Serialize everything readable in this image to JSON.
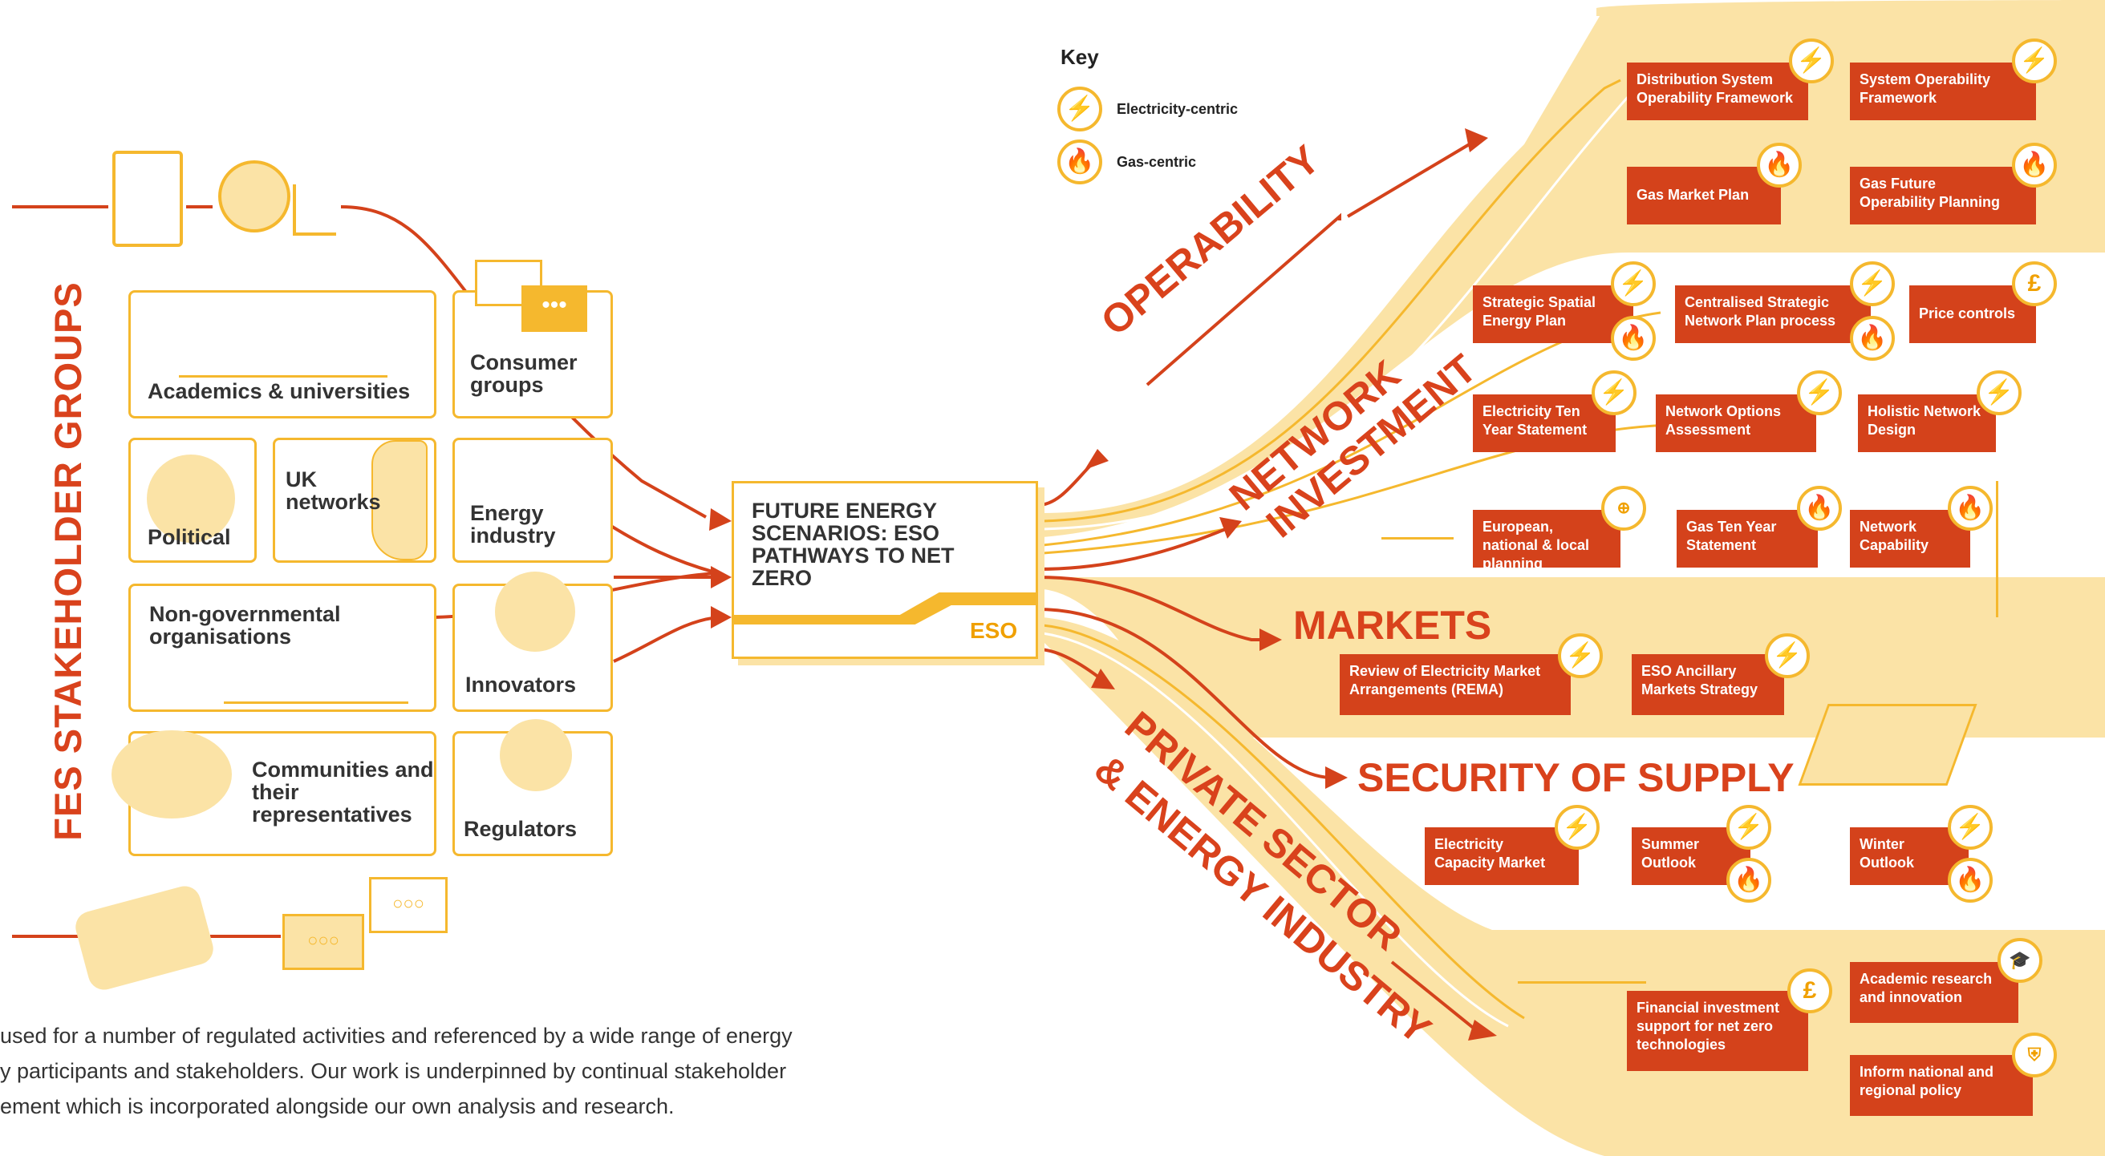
{
  "title": "FES STAKEHOLDER GROUPS",
  "key": {
    "heading": "Key",
    "electricity": "Electricity-centric",
    "gas": "Gas-centric"
  },
  "stakeholders": [
    {
      "label": "Academics & universities"
    },
    {
      "label": "Consumer groups"
    },
    {
      "label": "Political"
    },
    {
      "label": "UK networks"
    },
    {
      "label": "Energy industry"
    },
    {
      "label": "Non-governmental organisations"
    },
    {
      "label": "Innovators"
    },
    {
      "label": "Communities and their representatives"
    },
    {
      "label": "Regulators"
    }
  ],
  "fes": {
    "title": "FUTURE ENERGY SCENARIOS: ESO PATHWAYS TO NET ZERO",
    "brand": "ESO"
  },
  "themes": {
    "operability": "OPERABILITY",
    "network_investment_1": "NETWORK",
    "network_investment_2": "INVESTMENT",
    "markets": "MARKETS",
    "security": "SECURITY OF SUPPLY",
    "private_1": "PRIVATE SECTOR",
    "private_2": "& ENERGY INDUSTRY"
  },
  "outputs": {
    "operability": [
      {
        "label": "Distribution System Operability Framework",
        "icons": [
          "electricity"
        ]
      },
      {
        "label": "System Operability Framework",
        "icons": [
          "electricity"
        ]
      },
      {
        "label": "Gas Market Plan",
        "icons": [
          "gas"
        ]
      },
      {
        "label": "Gas Future Operability Planning",
        "icons": [
          "gas"
        ]
      }
    ],
    "network_investment": [
      {
        "label": "Strategic Spatial Energy Plan",
        "icons": [
          "electricity",
          "gas"
        ]
      },
      {
        "label": "Centralised Strategic Network Plan process",
        "icons": [
          "electricity",
          "gas"
        ]
      },
      {
        "label": "Price controls",
        "icons": [
          "pound"
        ]
      },
      {
        "label": "Electricity Ten Year Statement",
        "icons": [
          "electricity"
        ]
      },
      {
        "label": "Network Options Assessment",
        "icons": [
          "electricity"
        ]
      },
      {
        "label": "Holistic Network Design",
        "icons": [
          "electricity"
        ]
      },
      {
        "label": "European, national & local planning",
        "icons": [
          "europe-map"
        ]
      },
      {
        "label": "Gas Ten Year Statement",
        "icons": [
          "gas"
        ]
      },
      {
        "label": "Network Capability",
        "icons": [
          "gas"
        ]
      }
    ],
    "markets": [
      {
        "label": "Review of Electricity Market Arrangements (REMA)",
        "icons": [
          "electricity"
        ]
      },
      {
        "label": "ESO Ancillary Markets Strategy",
        "icons": [
          "electricity"
        ]
      }
    ],
    "security": [
      {
        "label": "Electricity Capacity Market",
        "icons": [
          "electricity"
        ]
      },
      {
        "label": "Summer Outlook",
        "icons": [
          "electricity",
          "gas"
        ]
      },
      {
        "label": "Winter Outlook",
        "icons": [
          "electricity",
          "gas"
        ]
      }
    ],
    "private": [
      {
        "label": "Financial investment support for net zero technologies",
        "icons": [
          "pound"
        ]
      },
      {
        "label": "Academic research and innovation",
        "icons": [
          "mortarboard"
        ]
      },
      {
        "label": "Inform national and regional policy",
        "icons": [
          "shield"
        ]
      }
    ]
  },
  "paragraph": [
    "used for a number of regulated activities and referenced by a wide range of energy",
    "y participants and stakeholders. Our work is underpinned by continual stakeholder",
    "ement which is incorporated alongside our own analysis and research."
  ],
  "colors": {
    "orange": "#d4421b",
    "yellow": "#f5b82e",
    "band": "#fbe3a6"
  }
}
